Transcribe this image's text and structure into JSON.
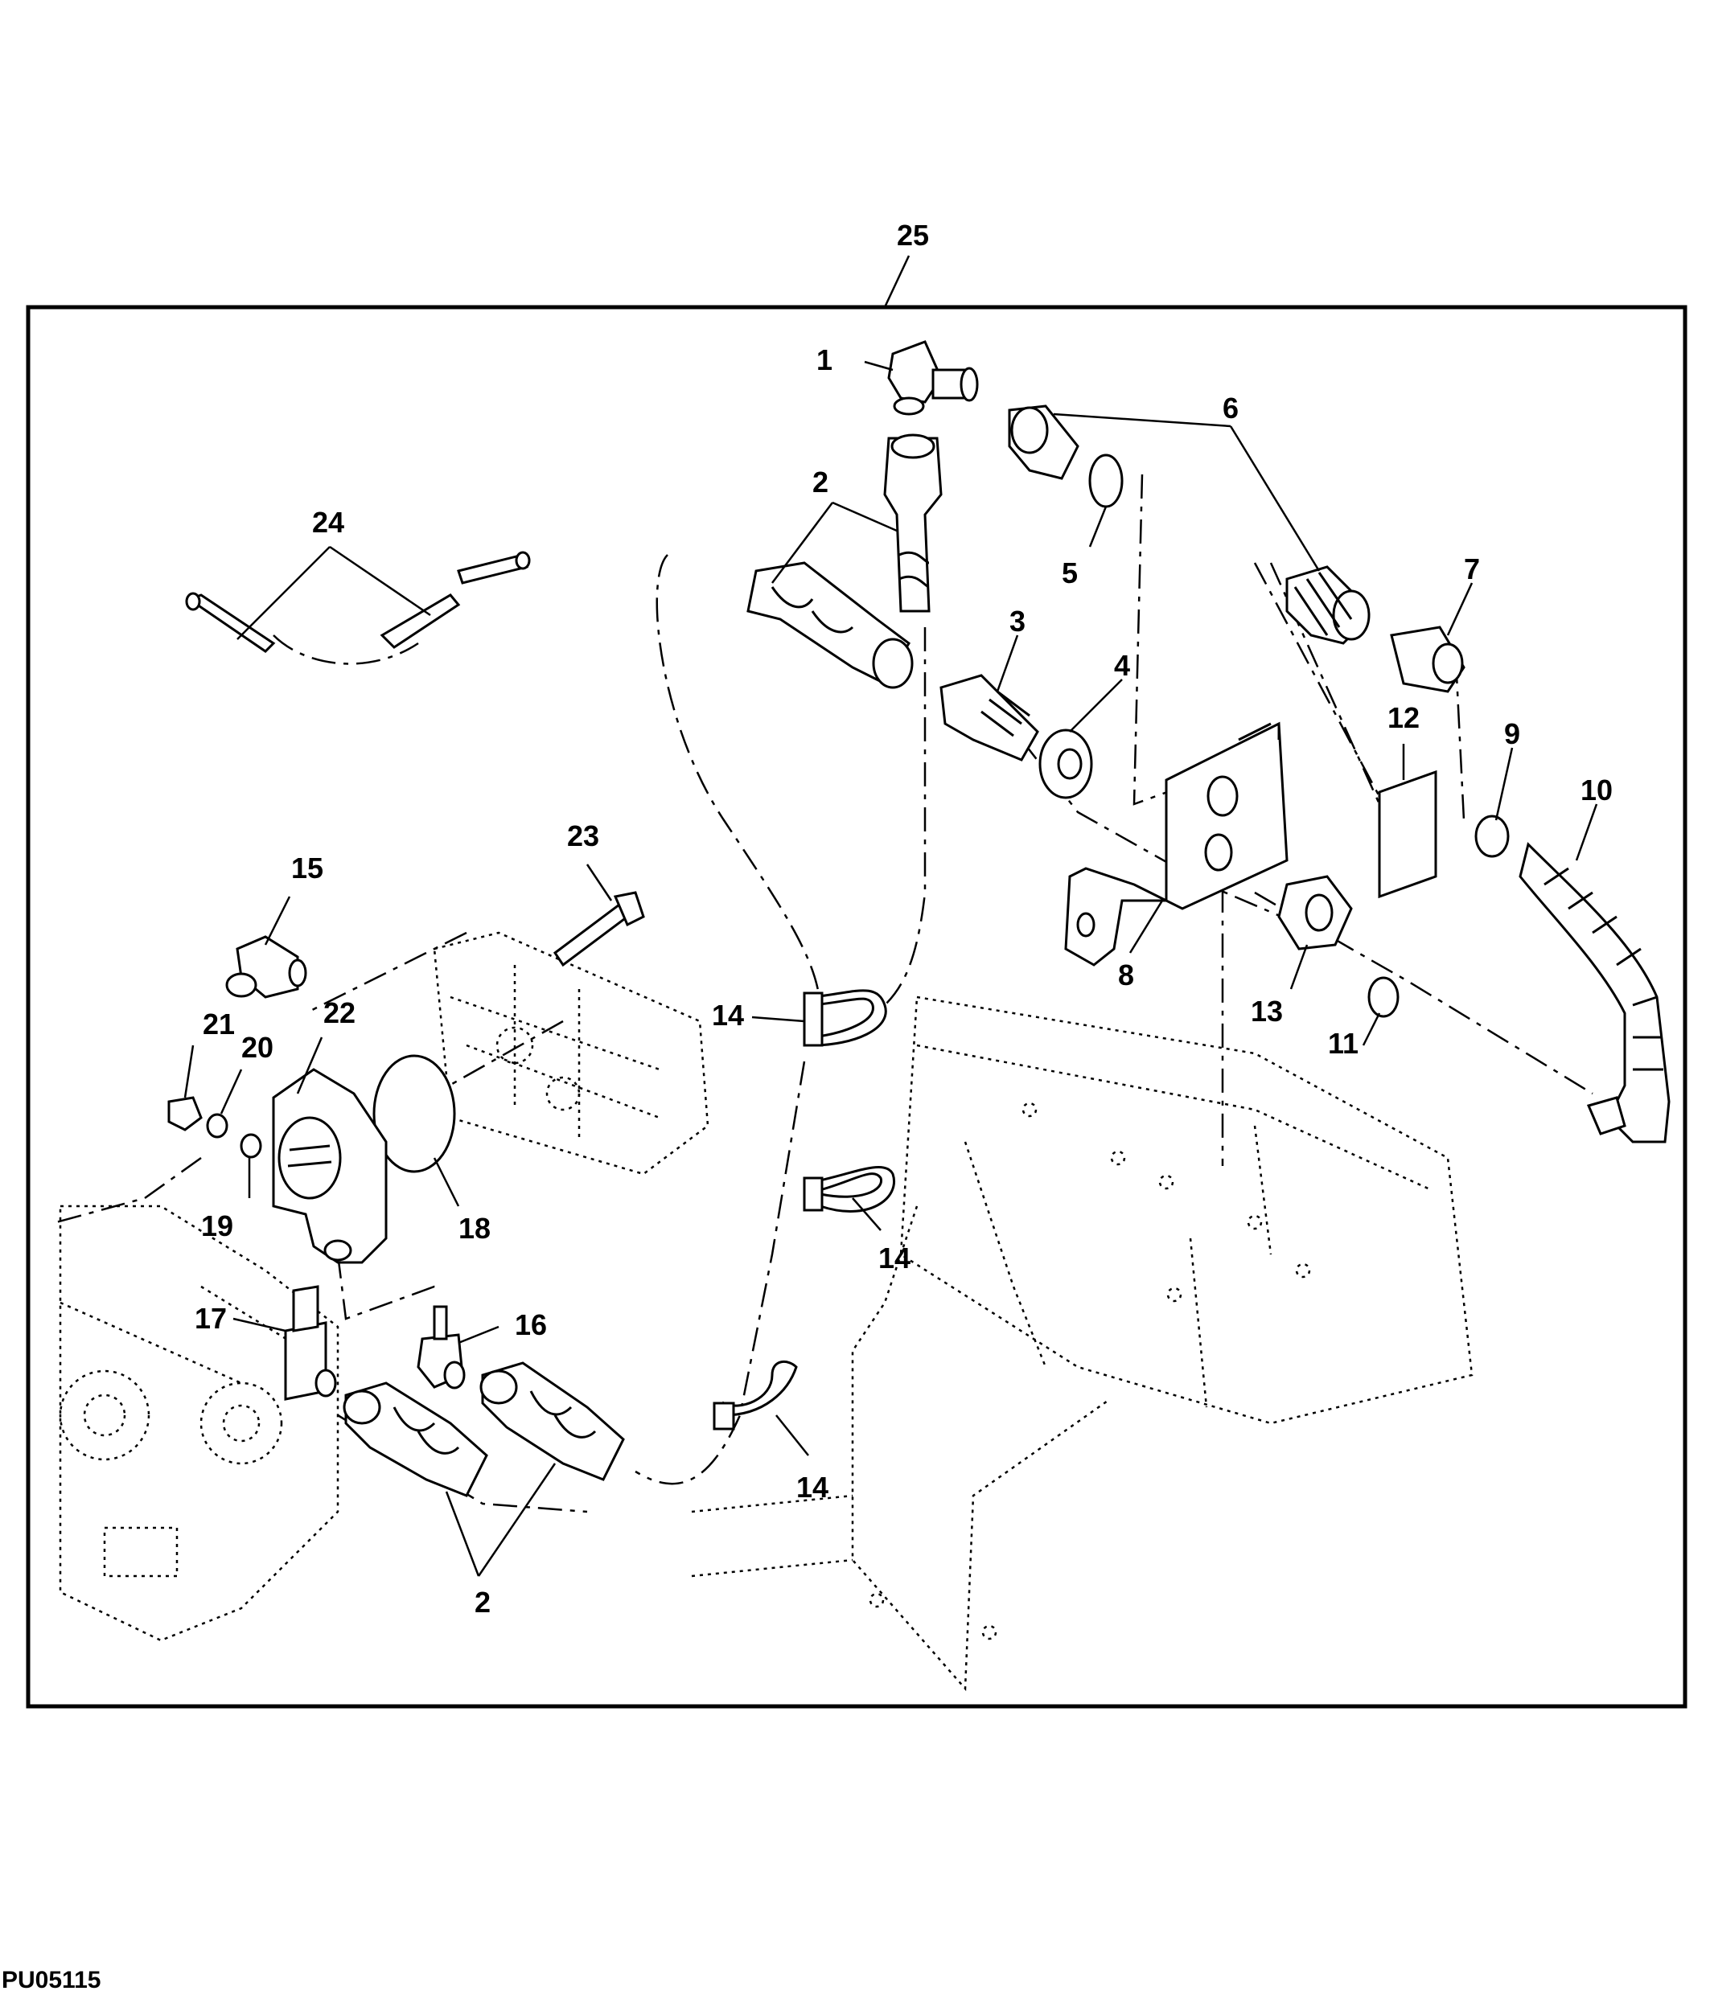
{
  "figure_id": "PU05115",
  "callouts": [
    "1",
    "2",
    "3",
    "4",
    "5",
    "6",
    "7",
    "8",
    "9",
    "10",
    "11",
    "12",
    "13",
    "14",
    "15",
    "16",
    "17",
    "18",
    "19",
    "20",
    "21",
    "22",
    "23",
    "24",
    "25"
  ],
  "colors": {
    "ink": "#000000",
    "paper": "#ffffff"
  }
}
